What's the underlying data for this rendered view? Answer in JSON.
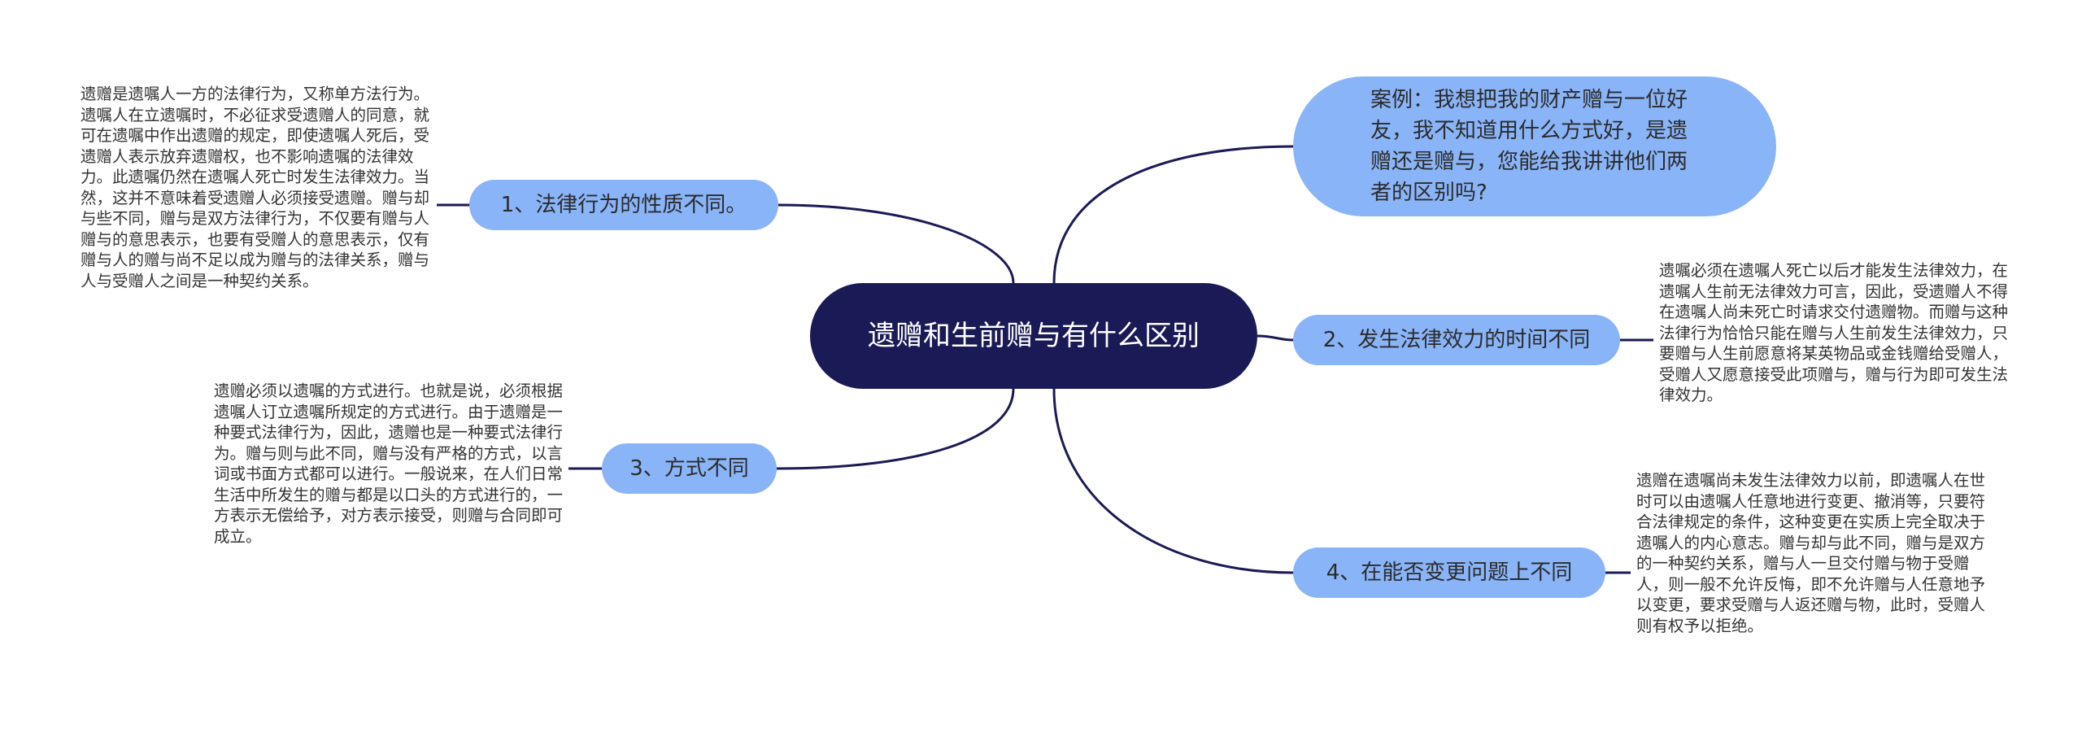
{
  "title": "遗赠和生前赠与有什么区别",
  "case": "案例：我想把我的财产赠与一位好友，我不知道用什么方式好，是遗赠还是赠与，您能给我讲讲他们两者的区别吗?",
  "branches": [
    {
      "label": "1、法律行为的性质不同。",
      "note": "遗赠是遗嘱人一方的法律行为，又称单方法行为。遗嘱人在立遗嘱时，不必征求受遗赠人的同意，就可在遗嘱中作出遗赠的规定，即使遗嘱人死后，受遗赠人表示放弃遗赠权，也不影响遗嘱的法律效力。此遗嘱仍然在遗嘱人死亡时发生法律效力。当然，这并不意味着受遗赠人必须接受遗赠。赠与却与些不同，赠与是双方法律行为，不仅要有赠与人赠与的意思表示，也要有受赠人的意思表示，仅有赠与人的赠与尚不足以成为赠与的法律关系，赠与人与受赠人之间是一种契约关系。"
    },
    {
      "label": "2、发生法律效力的时间不同",
      "note": "遗嘱必须在遗嘱人死亡以后才能发生法律效力，在遗嘱人生前无法律效力可言，因此，受遗赠人不得在遗嘱人尚未死亡时请求交付遗赠物。而赠与这种法律行为恰恰只能在赠与人生前发生法律效力，只要赠与人生前愿意将某英物品或金钱赠给受赠人，受赠人又愿意接受此项赠与，赠与行为即可发生法律效力。"
    },
    {
      "label": "3、方式不同",
      "note": "遗赠必须以遗嘱的方式进行。也就是说，必须根据遗嘱人订立遗嘱所规定的方式进行。由于遗赠是一种要式法律行为，因此，遗赠也是一种要式法律行为。赠与则与此不同，赠与没有严格的方式，以言词或书面方式都可以进行。一般说来，在人们日常生活中所发生的赠与都是以口头的方式进行的，一方表示无偿给予，对方表示接受，则赠与合同即可成立。"
    },
    {
      "label": "4、在能否变更问题上不同",
      "note": "遗赠在遗嘱尚未发生法律效力以前，即遗嘱人在世时可以由遗嘱人任意地进行变更、撤消等，只要符合法律规定的条件，这种变更在实质上完全取决于遗嘱人的内心意志。赠与却与此不同，赠与是双方的一种契约关系，赠与人一旦交付赠与物于受赠人，则一般不允许反悔，即不允许赠与人任意地予以变更，要求受赠与人返还赠与物，此时，受赠人则有权予以拒绝。"
    }
  ],
  "colors": {
    "center_fill": "#1a1a56",
    "branch_fill": "#8ab4f8",
    "edge": "#1a1a56",
    "note_text": "#333333"
  }
}
